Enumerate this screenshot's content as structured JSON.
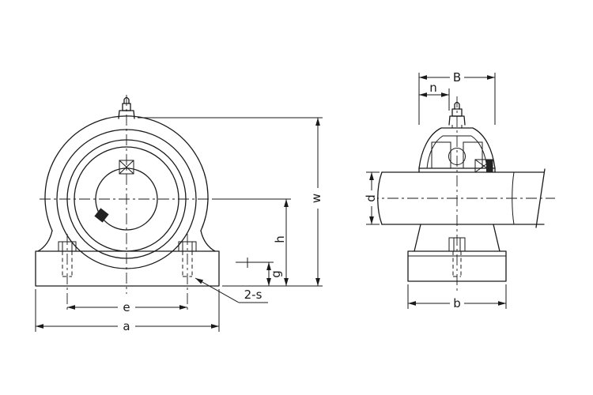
{
  "drawing": {
    "colors": {
      "line": "#1a1a1a",
      "background": "#ffffff"
    },
    "front": {
      "w": "w",
      "h": "h",
      "g": "g",
      "e": "e",
      "a": "a",
      "bolt_note": "2-s"
    },
    "side": {
      "B": "B",
      "n": "n",
      "d": "d",
      "b": "b"
    }
  }
}
